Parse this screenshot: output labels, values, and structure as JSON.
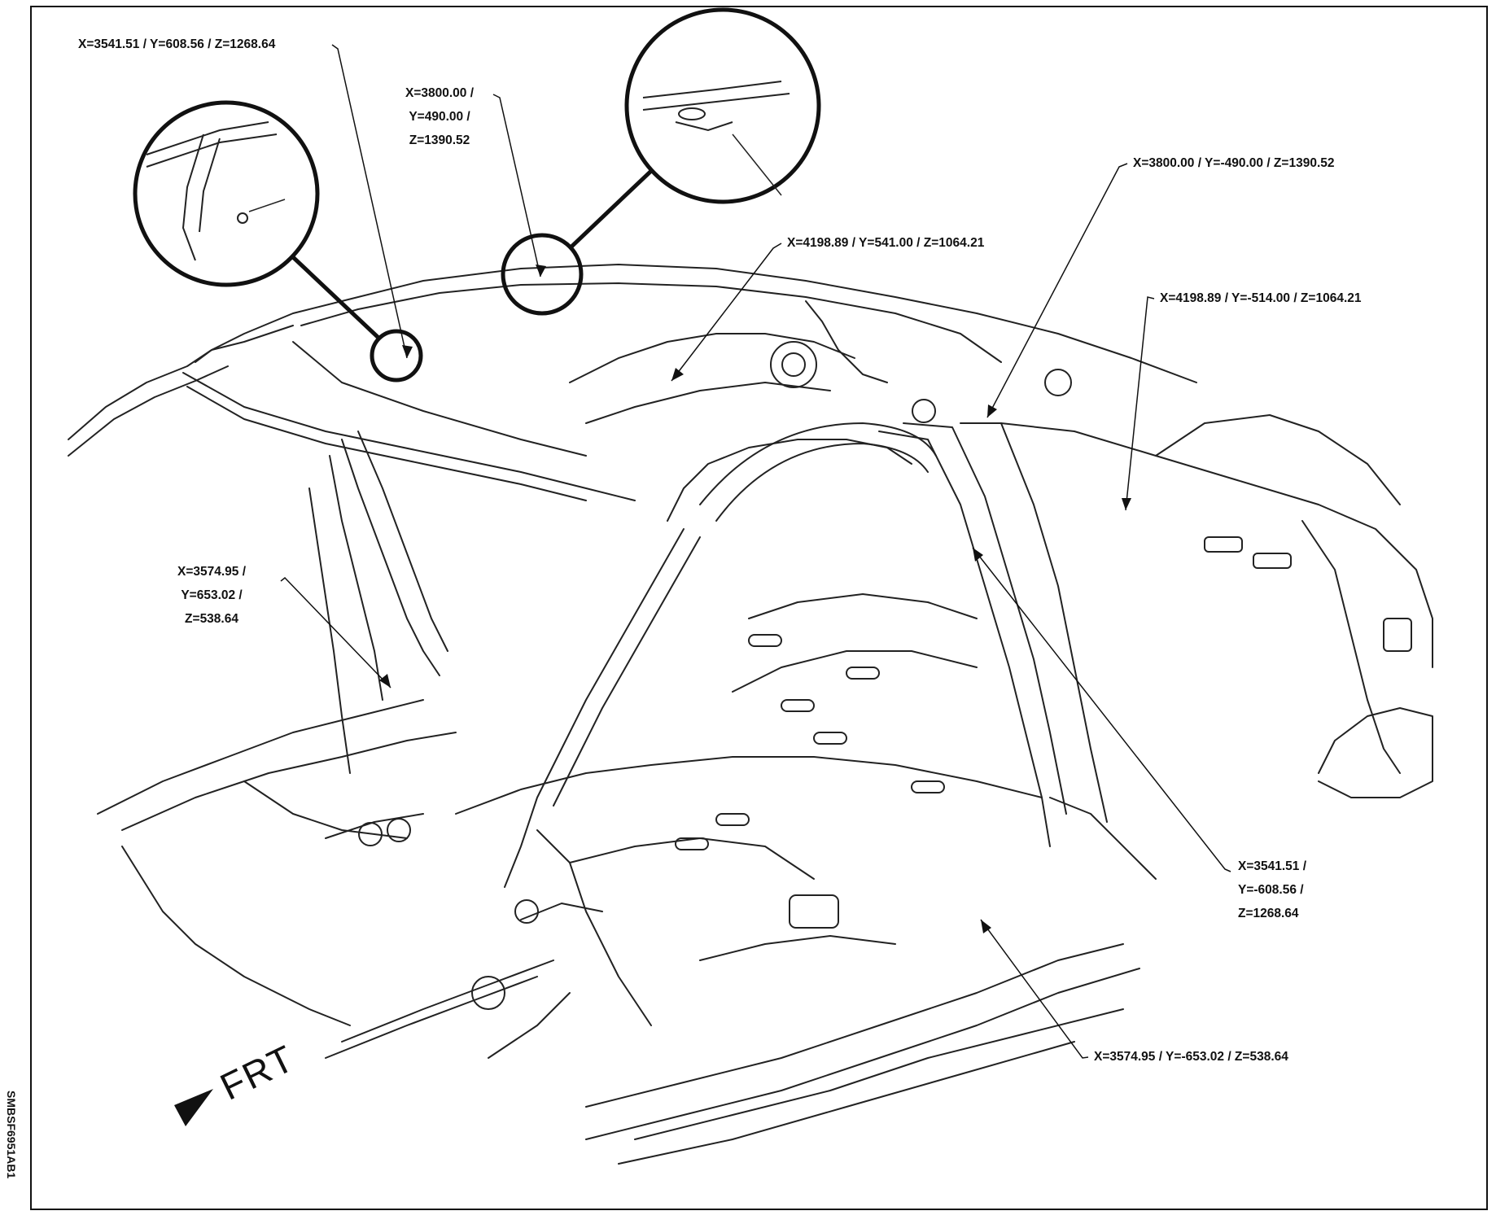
{
  "labels": {
    "a": "X=3541.51 / Y=608.56 / Z=1268.64",
    "b": [
      "X=3800.00 /",
      "Y=490.00 /",
      "Z=1390.52"
    ],
    "c": "X=3800.00 / Y=-490.00 / Z=1390.52",
    "d": "X=4198.89 / Y=541.00 / Z=1064.21",
    "e": "X=4198.89 / Y=-514.00 / Z=1064.21",
    "f": [
      "X=3574.95 /",
      "Y=653.02 /",
      "Z=538.64"
    ],
    "g": [
      "X=3541.51 /",
      "Y=-608.56 /",
      "Z=1268.64"
    ],
    "h": "X=3574.95 / Y=-653.02 / Z=538.64"
  },
  "direction": "FRT",
  "reference": "SMBSF6951AB1"
}
